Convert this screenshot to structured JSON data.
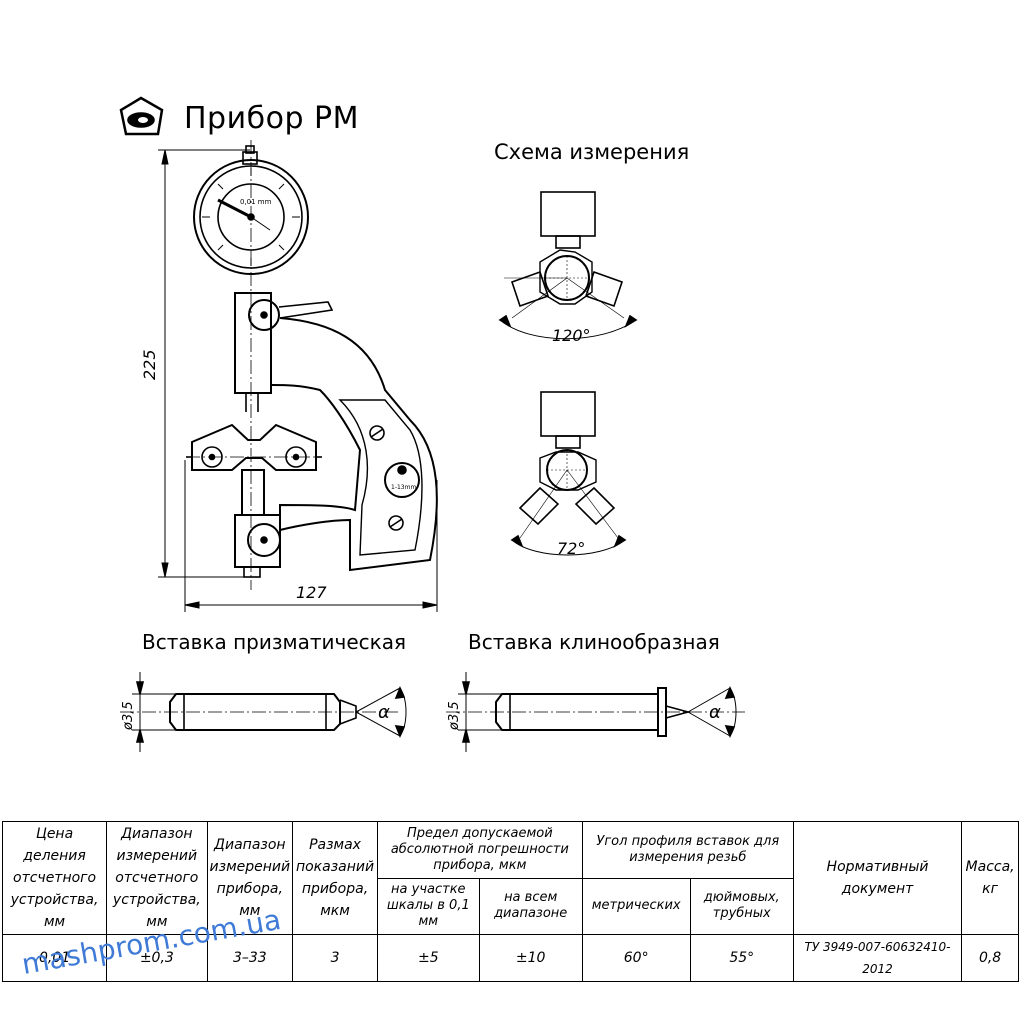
{
  "title": "Прибор РМ",
  "scheme_title": "Схема измерения",
  "dimensions": {
    "height": "225",
    "width": "127",
    "angle_top": "120°",
    "angle_bottom": "72°",
    "diameter": "ø3,5",
    "alpha": "α",
    "indicator_unit": "0,01 mm",
    "indicator_range": "1-13mm"
  },
  "inserts": {
    "prismatic": "Вставка призматическая",
    "wedge": "Вставка клинообразная"
  },
  "table": {
    "headers": {
      "division": "Цена деления отсчетного устройства, мм",
      "indicator_range": "Диапазон измерений отсчетного устройства, мм",
      "device_range": "Диапазон измерений прибора, мм",
      "spread": "Размах показаний прибора, мкм",
      "error_group": "Предел допускаемой абсолютной погрешности прибора, мкм",
      "error_section": "на участке шкалы в 0,1 мм",
      "error_full": "на всем диапазоне",
      "angle_group": "Угол профиля вставок для измерения резьб",
      "angle_metric": "метрических",
      "angle_inch": "дюймовых, трубных",
      "standard": "Нормативный документ",
      "mass": "Масса, кг"
    },
    "row": {
      "division": "0,01",
      "indicator_range": "±0,3",
      "device_range": "3–33",
      "spread": "3",
      "error_section": "±5",
      "error_full": "±10",
      "angle_metric": "60°",
      "angle_inch": "55°",
      "standard": "ТУ 3949-007-60632410-2012",
      "mass": "0,8"
    }
  },
  "watermark": "mashprom.com.ua"
}
